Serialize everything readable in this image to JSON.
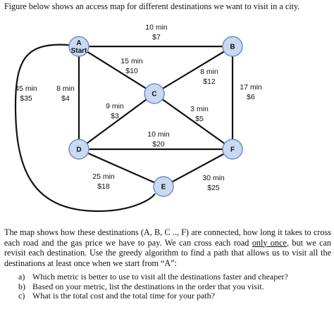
{
  "intro": "Figure below shows an access map for different destinations we want to visit in a city.",
  "nodes": [
    {
      "id": "A",
      "label": "A",
      "sublabel": "Start"
    },
    {
      "id": "B",
      "label": "B"
    },
    {
      "id": "C",
      "label": "C"
    },
    {
      "id": "D",
      "label": "D"
    },
    {
      "id": "E",
      "label": "E"
    },
    {
      "id": "F",
      "label": "F"
    }
  ],
  "edges": [
    {
      "from": "A",
      "to": "B",
      "time": "10 min",
      "price": "$7"
    },
    {
      "from": "A",
      "to": "C",
      "time": "15 min",
      "price": "$10"
    },
    {
      "from": "C",
      "to": "B",
      "time": "8 min",
      "price": "$12"
    },
    {
      "from": "A",
      "to": "E",
      "time": "45 min",
      "price": "$35"
    },
    {
      "from": "A",
      "to": "D",
      "time": "8 min",
      "price": "$4"
    },
    {
      "from": "B",
      "to": "F",
      "time": "17 min",
      "price": "$6"
    },
    {
      "from": "C",
      "to": "D",
      "time": "9 min",
      "price": "$3"
    },
    {
      "from": "C",
      "to": "F",
      "time": "3 min",
      "price": "$5"
    },
    {
      "from": "D",
      "to": "F",
      "time": "10 min",
      "price": "$20"
    },
    {
      "from": "D",
      "to": "E",
      "time": "25 min",
      "price": "$18"
    },
    {
      "from": "E",
      "to": "F",
      "time": "30 min",
      "price": "$25"
    }
  ],
  "paragraph": {
    "before": "The map shows how these destinations (A, B, C .., F) are connected, how long it takes to cross each road and the gas price we have to pay. We can cross each road ",
    "underlined": "only once",
    "after": ", but we can revisit each destination. Use the greedy algorithm to find a path that allows us to visit all the destinations at least once when we start from “A”:"
  },
  "questions": [
    {
      "letter": "a)",
      "text": "Which metric is better to use to visit all the destinations faster and cheaper?"
    },
    {
      "letter": "b)",
      "text": "Based on your metric, list the destinations in the order that you visit."
    },
    {
      "letter": "c)",
      "text": "What is the total cost and the total time for your path?"
    }
  ],
  "colors": {
    "node_fill": "#c9d9f2",
    "node_stroke": "#6b8fc7",
    "edge": "#111111"
  }
}
